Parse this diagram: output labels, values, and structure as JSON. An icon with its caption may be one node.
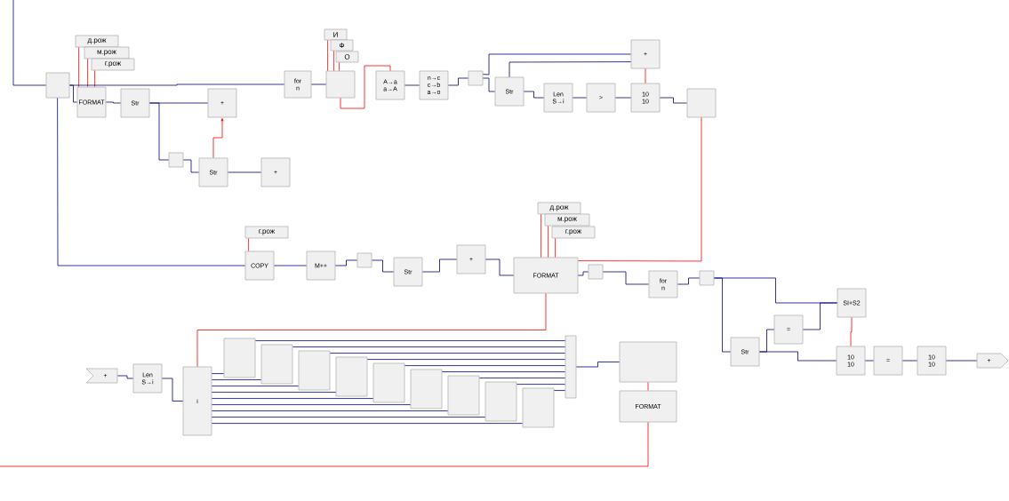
{
  "diagram": {
    "nodes": [
      {
        "text": [],
        "shape": "box"
      },
      {
        "text": [
          "д.рож"
        ]
      },
      {
        "text": [
          "м.рож"
        ]
      },
      {
        "text": [
          "г.рож"
        ]
      },
      {
        "text": [
          "FORMAT"
        ]
      },
      {
        "text": [
          "Str"
        ]
      },
      {
        "text": [
          "+"
        ]
      },
      {
        "text": [
          "for",
          "n"
        ]
      },
      {
        "text": [
          "И"
        ]
      },
      {
        "text": [
          "Ф"
        ]
      },
      {
        "text": [
          "О"
        ]
      },
      {
        "text": [],
        "shape": "box"
      },
      {
        "text": [
          "A→a",
          "a→A"
        ]
      },
      {
        "text": [
          "n→c",
          "c→b",
          "a→o"
        ]
      },
      {
        "text": [],
        "shape": "box"
      },
      {
        "text": [
          "Str"
        ]
      },
      {
        "text": [
          "Len",
          "S→i"
        ]
      },
      {
        "text": [
          ">"
        ]
      },
      {
        "text": [
          "10",
          "10"
        ]
      },
      {
        "text": [
          "+"
        ]
      },
      {
        "text": [],
        "shape": "box"
      },
      {
        "text": [],
        "shape": "box"
      },
      {
        "text": [
          "Str"
        ]
      },
      {
        "text": [
          "+"
        ]
      },
      {
        "text": [
          "г.рож"
        ]
      },
      {
        "text": [
          "COPY"
        ]
      },
      {
        "text": [
          "M++"
        ]
      },
      {
        "text": [],
        "shape": "box"
      },
      {
        "text": [
          "Str"
        ]
      },
      {
        "text": [
          "+"
        ]
      },
      {
        "text": [
          "д.рож"
        ]
      },
      {
        "text": [
          "м.рож"
        ]
      },
      {
        "text": [
          "г.рож"
        ]
      },
      {
        "text": [
          "FORMAT"
        ]
      },
      {
        "text": [],
        "shape": "box"
      },
      {
        "text": [
          "for",
          "n"
        ]
      },
      {
        "text": [],
        "shape": "box"
      },
      {
        "text": [
          "SI+S2"
        ]
      },
      {
        "text": [
          "="
        ]
      },
      {
        "text": [
          "Str"
        ]
      },
      {
        "text": [
          "10",
          "10"
        ]
      },
      {
        "text": [
          "="
        ]
      },
      {
        "text": [
          "10",
          "10"
        ]
      },
      {
        "text": [
          "+"
        ]
      },
      {
        "text": [
          "+"
        ]
      },
      {
        "text": [
          "Len",
          "S→i"
        ]
      },
      {
        "text": [
          "i"
        ]
      },
      {
        "text": [],
        "shape": "box"
      },
      {
        "text": [],
        "shape": "box"
      },
      {
        "text": [],
        "shape": "box"
      },
      {
        "text": [],
        "shape": "box"
      },
      {
        "text": [],
        "shape": "box"
      },
      {
        "text": [],
        "shape": "box"
      },
      {
        "text": [],
        "shape": "box"
      },
      {
        "text": [],
        "shape": "box"
      },
      {
        "text": [],
        "shape": "box"
      },
      {
        "text": [],
        "shape": "box"
      },
      {
        "text": [],
        "shape": "box"
      },
      {
        "text": [
          "FORMAT"
        ]
      }
    ],
    "edges": [
      {
        "from": null,
        "to": 0,
        "arrow": "none"
      },
      {
        "from": 0,
        "to": 4,
        "arrow": "none"
      },
      {
        "from": 1,
        "to": 4,
        "arrow": "none",
        "color": "#ff0000"
      },
      {
        "from": 2,
        "to": 4,
        "arrow": "none",
        "color": "#ff0000"
      },
      {
        "from": 3,
        "to": 4,
        "arrow": "none",
        "color": "#ff0000"
      },
      {
        "from": 4,
        "to": 5,
        "arrow": "none"
      },
      {
        "from": 5,
        "to": 6,
        "arrow": "none"
      },
      {
        "from": 5,
        "to": 21,
        "arrow": "none"
      },
      {
        "from": 21,
        "to": 22,
        "arrow": "none"
      },
      {
        "from": 22,
        "to": 23,
        "arrow": "none"
      },
      {
        "from": 0,
        "to": 25,
        "arrow": "none"
      },
      {
        "from": 24,
        "to": 25,
        "arrow": "none",
        "color": "#ff0000"
      },
      {
        "from": 25,
        "to": 26,
        "arrow": "none"
      },
      {
        "from": 26,
        "to": 27,
        "arrow": "none"
      },
      {
        "from": 27,
        "to": 28,
        "arrow": "none"
      },
      {
        "from": 28,
        "to": 29,
        "arrow": "none"
      },
      {
        "from": 29,
        "to": 33,
        "arrow": "none"
      },
      {
        "from": 33,
        "to": 34,
        "arrow": "none"
      },
      {
        "from": 34,
        "to": 35,
        "arrow": "none"
      },
      {
        "from": 35,
        "to": 36,
        "arrow": "none"
      },
      {
        "from": 36,
        "to": 37,
        "arrow": "none"
      },
      {
        "from": 36,
        "to": 39,
        "arrow": "none"
      },
      {
        "from": 39,
        "to": 38,
        "arrow": "none"
      },
      {
        "from": 38,
        "to": 37,
        "arrow": "none"
      },
      {
        "from": 39,
        "to": 40,
        "arrow": "none"
      },
      {
        "from": 37,
        "to": 40,
        "arrow": "none",
        "color": "#ff0000"
      },
      {
        "from": 40,
        "to": 41,
        "arrow": "none"
      },
      {
        "from": 41,
        "to": 42,
        "arrow": "none"
      },
      {
        "from": 42,
        "to": 43,
        "arrow": "none"
      },
      {
        "from": 0,
        "to": 7,
        "arrow": "none"
      },
      {
        "from": 7,
        "to": 11,
        "arrow": "none"
      },
      {
        "from": 8,
        "to": 11,
        "arrow": "none",
        "color": "#ff0000"
      },
      {
        "from": 9,
        "to": 11,
        "arrow": "none",
        "color": "#ff0000"
      },
      {
        "from": 10,
        "to": 11,
        "arrow": "none",
        "color": "#ff0000"
      },
      {
        "from": 11,
        "to": 12,
        "arrow": "none",
        "color": "#ff0000"
      },
      {
        "from": 12,
        "to": 13,
        "arrow": "none"
      },
      {
        "from": 13,
        "to": 14,
        "arrow": "none"
      },
      {
        "from": 14,
        "to": 15,
        "arrow": "none"
      },
      {
        "from": 14,
        "to": 19,
        "arrow": "none"
      },
      {
        "from": 15,
        "to": 19,
        "arrow": "none"
      },
      {
        "from": 15,
        "to": 16,
        "arrow": "none"
      },
      {
        "from": 16,
        "to": 17,
        "arrow": "none"
      },
      {
        "from": 17,
        "to": 18,
        "arrow": "none"
      },
      {
        "from": 18,
        "to": 20,
        "arrow": "none"
      },
      {
        "from": 19,
        "to": 18,
        "arrow": "none",
        "color": "#ff0000"
      },
      {
        "from": 20,
        "to": 33,
        "arrow": "none",
        "color": "#ff0000"
      },
      {
        "from": 30,
        "to": 33,
        "arrow": "none",
        "color": "#ff0000"
      },
      {
        "from": 31,
        "to": 33,
        "arrow": "none",
        "color": "#ff0000"
      },
      {
        "from": 32,
        "to": 33,
        "arrow": "none",
        "color": "#ff0000"
      },
      {
        "from": 44,
        "to": 45,
        "arrow": "none"
      },
      {
        "from": 45,
        "to": 46,
        "arrow": "none"
      },
      {
        "from": 46,
        "to": 47,
        "arrow": "none"
      },
      {
        "from": 46,
        "to": 48,
        "arrow": "none"
      },
      {
        "from": 46,
        "to": 49,
        "arrow": "none"
      },
      {
        "from": 46,
        "to": 50,
        "arrow": "none"
      },
      {
        "from": 46,
        "to": 51,
        "arrow": "none"
      },
      {
        "from": 46,
        "to": 52,
        "arrow": "none"
      },
      {
        "from": 46,
        "to": 53,
        "arrow": "none"
      },
      {
        "from": 46,
        "to": 54,
        "arrow": "none"
      },
      {
        "from": 46,
        "to": 55,
        "arrow": "none"
      },
      {
        "from": 47,
        "to": 56,
        "arrow": "none"
      },
      {
        "from": 48,
        "to": 56,
        "arrow": "none"
      },
      {
        "from": 49,
        "to": 56,
        "arrow": "none"
      },
      {
        "from": 50,
        "to": 56,
        "arrow": "none"
      },
      {
        "from": 51,
        "to": 56,
        "arrow": "none"
      },
      {
        "from": 52,
        "to": 56,
        "arrow": "none"
      },
      {
        "from": 53,
        "to": 56,
        "arrow": "none"
      },
      {
        "from": 54,
        "to": 56,
        "arrow": "none"
      },
      {
        "from": 55,
        "to": 56,
        "arrow": "none"
      },
      {
        "from": 56,
        "to": 57,
        "arrow": "none"
      },
      {
        "from": 57,
        "to": 58,
        "arrow": "none",
        "color": "#ff0000"
      },
      {
        "from": 33,
        "to": 46,
        "arrow": "none",
        "color": "#ff0000"
      },
      {
        "from": 58,
        "to": null,
        "arrow": "none",
        "color": "#ff0000"
      },
      {
        "from": 22,
        "to": 6,
        "arrow": "to",
        "color": "#ff0000"
      }
    ]
  }
}
